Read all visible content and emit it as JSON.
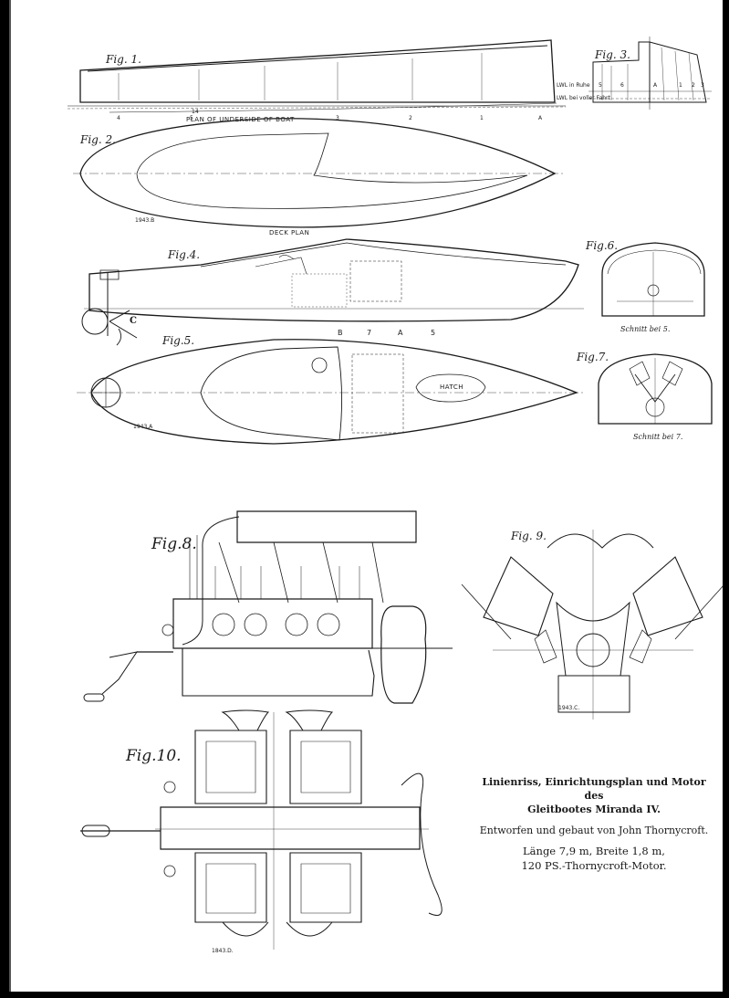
{
  "figures": {
    "fig1": "Fig. 1.",
    "fig2": "Fig. 2.",
    "fig3": "Fig. 3.",
    "fig4": "Fig.4.",
    "fig5": "Fig.5.",
    "fig6": "Fig.6.",
    "fig7": "Fig.7.",
    "fig8": "Fig.8.",
    "fig9": "Fig. 9.",
    "fig10": "Fig.10."
  },
  "labels": {
    "underside": "PLAN OF UNDERSIDE OF BOAT",
    "deck_plan": "DECK PLAN",
    "hatch": "HATCH",
    "lwl_rest": "LWL in Ruhe",
    "lwl_run": "LWL bei voller Fahrt",
    "schnitt5": "Schnitt bei 5.",
    "schnitt7": "Schnitt bei 7.",
    "c_mark": "C",
    "station_14": "14",
    "station_4": "4",
    "station_5": "5",
    "station_3": "3",
    "station_2": "2",
    "station_1": "1",
    "station_a": "A",
    "fig4_b": "B",
    "fig4_7": "7",
    "fig4_a": "A",
    "fig4_5": "5",
    "fig3_a": "A",
    "fig3_5": "5",
    "fig3_6": "6",
    "fig3_1": "1",
    "fig3_2": "2",
    "fig3_3": "3",
    "plate_1943b": "1943.B",
    "plate_1943a": "1943.A",
    "plate_1943c": "1943.C.",
    "plate_1943d": "1843.D."
  },
  "caption": {
    "line1": "Linienriss, Einrichtungsplan und Motor des",
    "line2": "Gleitbootes Miranda IV.",
    "line3": "Entworfen und gebaut von John Thornycroft.",
    "line4": "Länge 7,9 m, Breite 1,8 m,",
    "line5": "120 PS.-Thornycroft-Motor."
  },
  "colors": {
    "ink": "#1a1a1a",
    "paper": "#ffffff",
    "frame": "#000000"
  }
}
